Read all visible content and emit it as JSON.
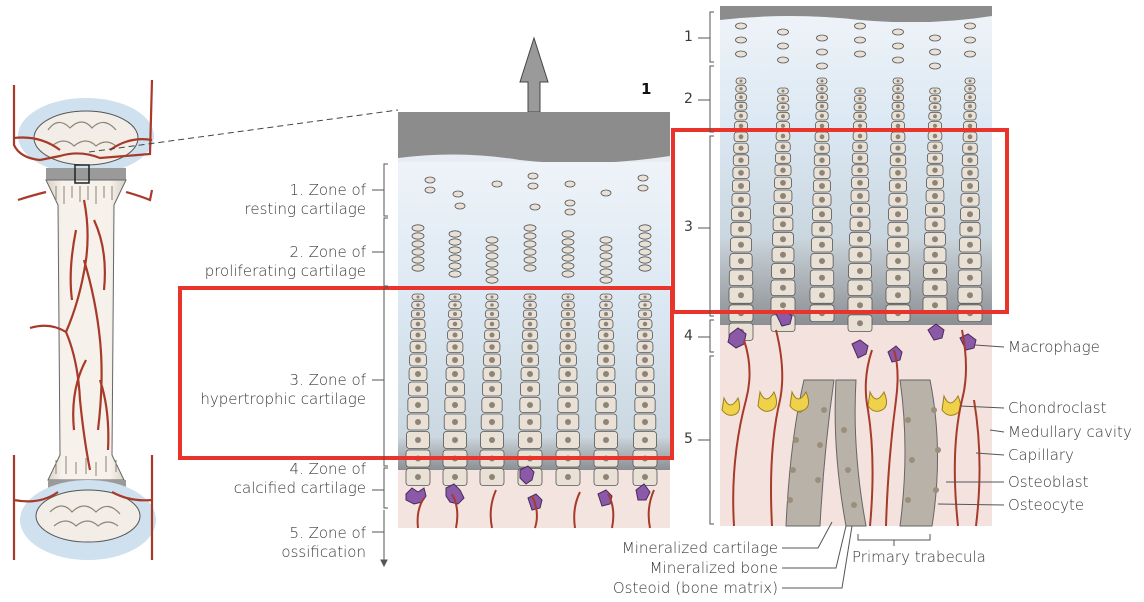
{
  "figure_number": "1",
  "zones": [
    {
      "line1": "1. Zone of",
      "line2": "resting cartilage"
    },
    {
      "line1": "2. Zone of",
      "line2": "proliferating cartilage"
    },
    {
      "line1": "3. Zone of",
      "line2": "hypertrophic cartilage"
    },
    {
      "line1": "4. Zone of",
      "line2": "calcified cartilage"
    },
    {
      "line1": "5. Zone of",
      "line2": "ossification"
    }
  ],
  "detail_zone_numbers": [
    "1",
    "2",
    "3",
    "4",
    "5"
  ],
  "right_labels": [
    "Macrophage",
    "Chondroclast",
    "Medullary cavity",
    "Capillary",
    "Osteoblast",
    "Osteocyte"
  ],
  "bottom_labels": [
    "Mineralized cartilage",
    "Mineralized bone",
    "Osteoid (bone matrix)"
  ],
  "trabecula_label": "Primary trabecula",
  "colors": {
    "highlight_box": "#e8342a",
    "vessel": "#a83a2a",
    "cartilage_bg": "#dbe8f3",
    "cell": "#e9e1d6",
    "macrophage": "#8a5aa8",
    "chondroclast": "#f0d24a",
    "bone_gray": "#9a9a9a"
  }
}
